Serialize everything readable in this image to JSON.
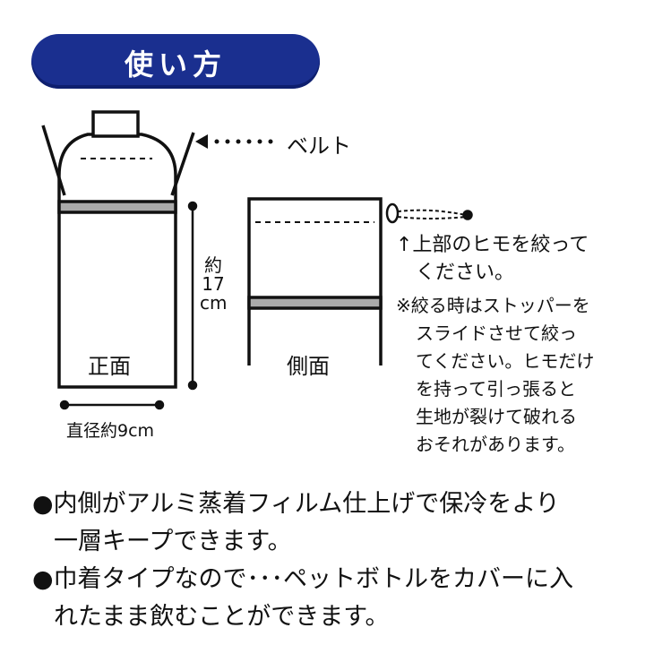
{
  "header": {
    "title": "使い方"
  },
  "diagram": {
    "belt_label": "ベルト",
    "front_label": "正面",
    "side_label": "側面",
    "height_label": [
      "約",
      "17",
      "cm"
    ],
    "diameter_label": "直径約9cm"
  },
  "notes": {
    "arrow_note": [
      "↑上部のヒモを絞って",
      "ください。"
    ],
    "caution": [
      "※絞る時はストッパーを",
      "スライドさせて絞っ",
      "てください。ヒモだけ",
      "を持って引っ張ると",
      "生地が裂けて破れる",
      "おそれがあります。"
    ]
  },
  "bullets": [
    {
      "lines": [
        "●内側がアルミ蒸着フィルム仕上げで保冷をより",
        "一層キープできます。"
      ]
    },
    {
      "lines": [
        "●巾着タイプなので･･･ペットボトルをカバーに入",
        "れたまま飲むことができます。"
      ]
    }
  ]
}
